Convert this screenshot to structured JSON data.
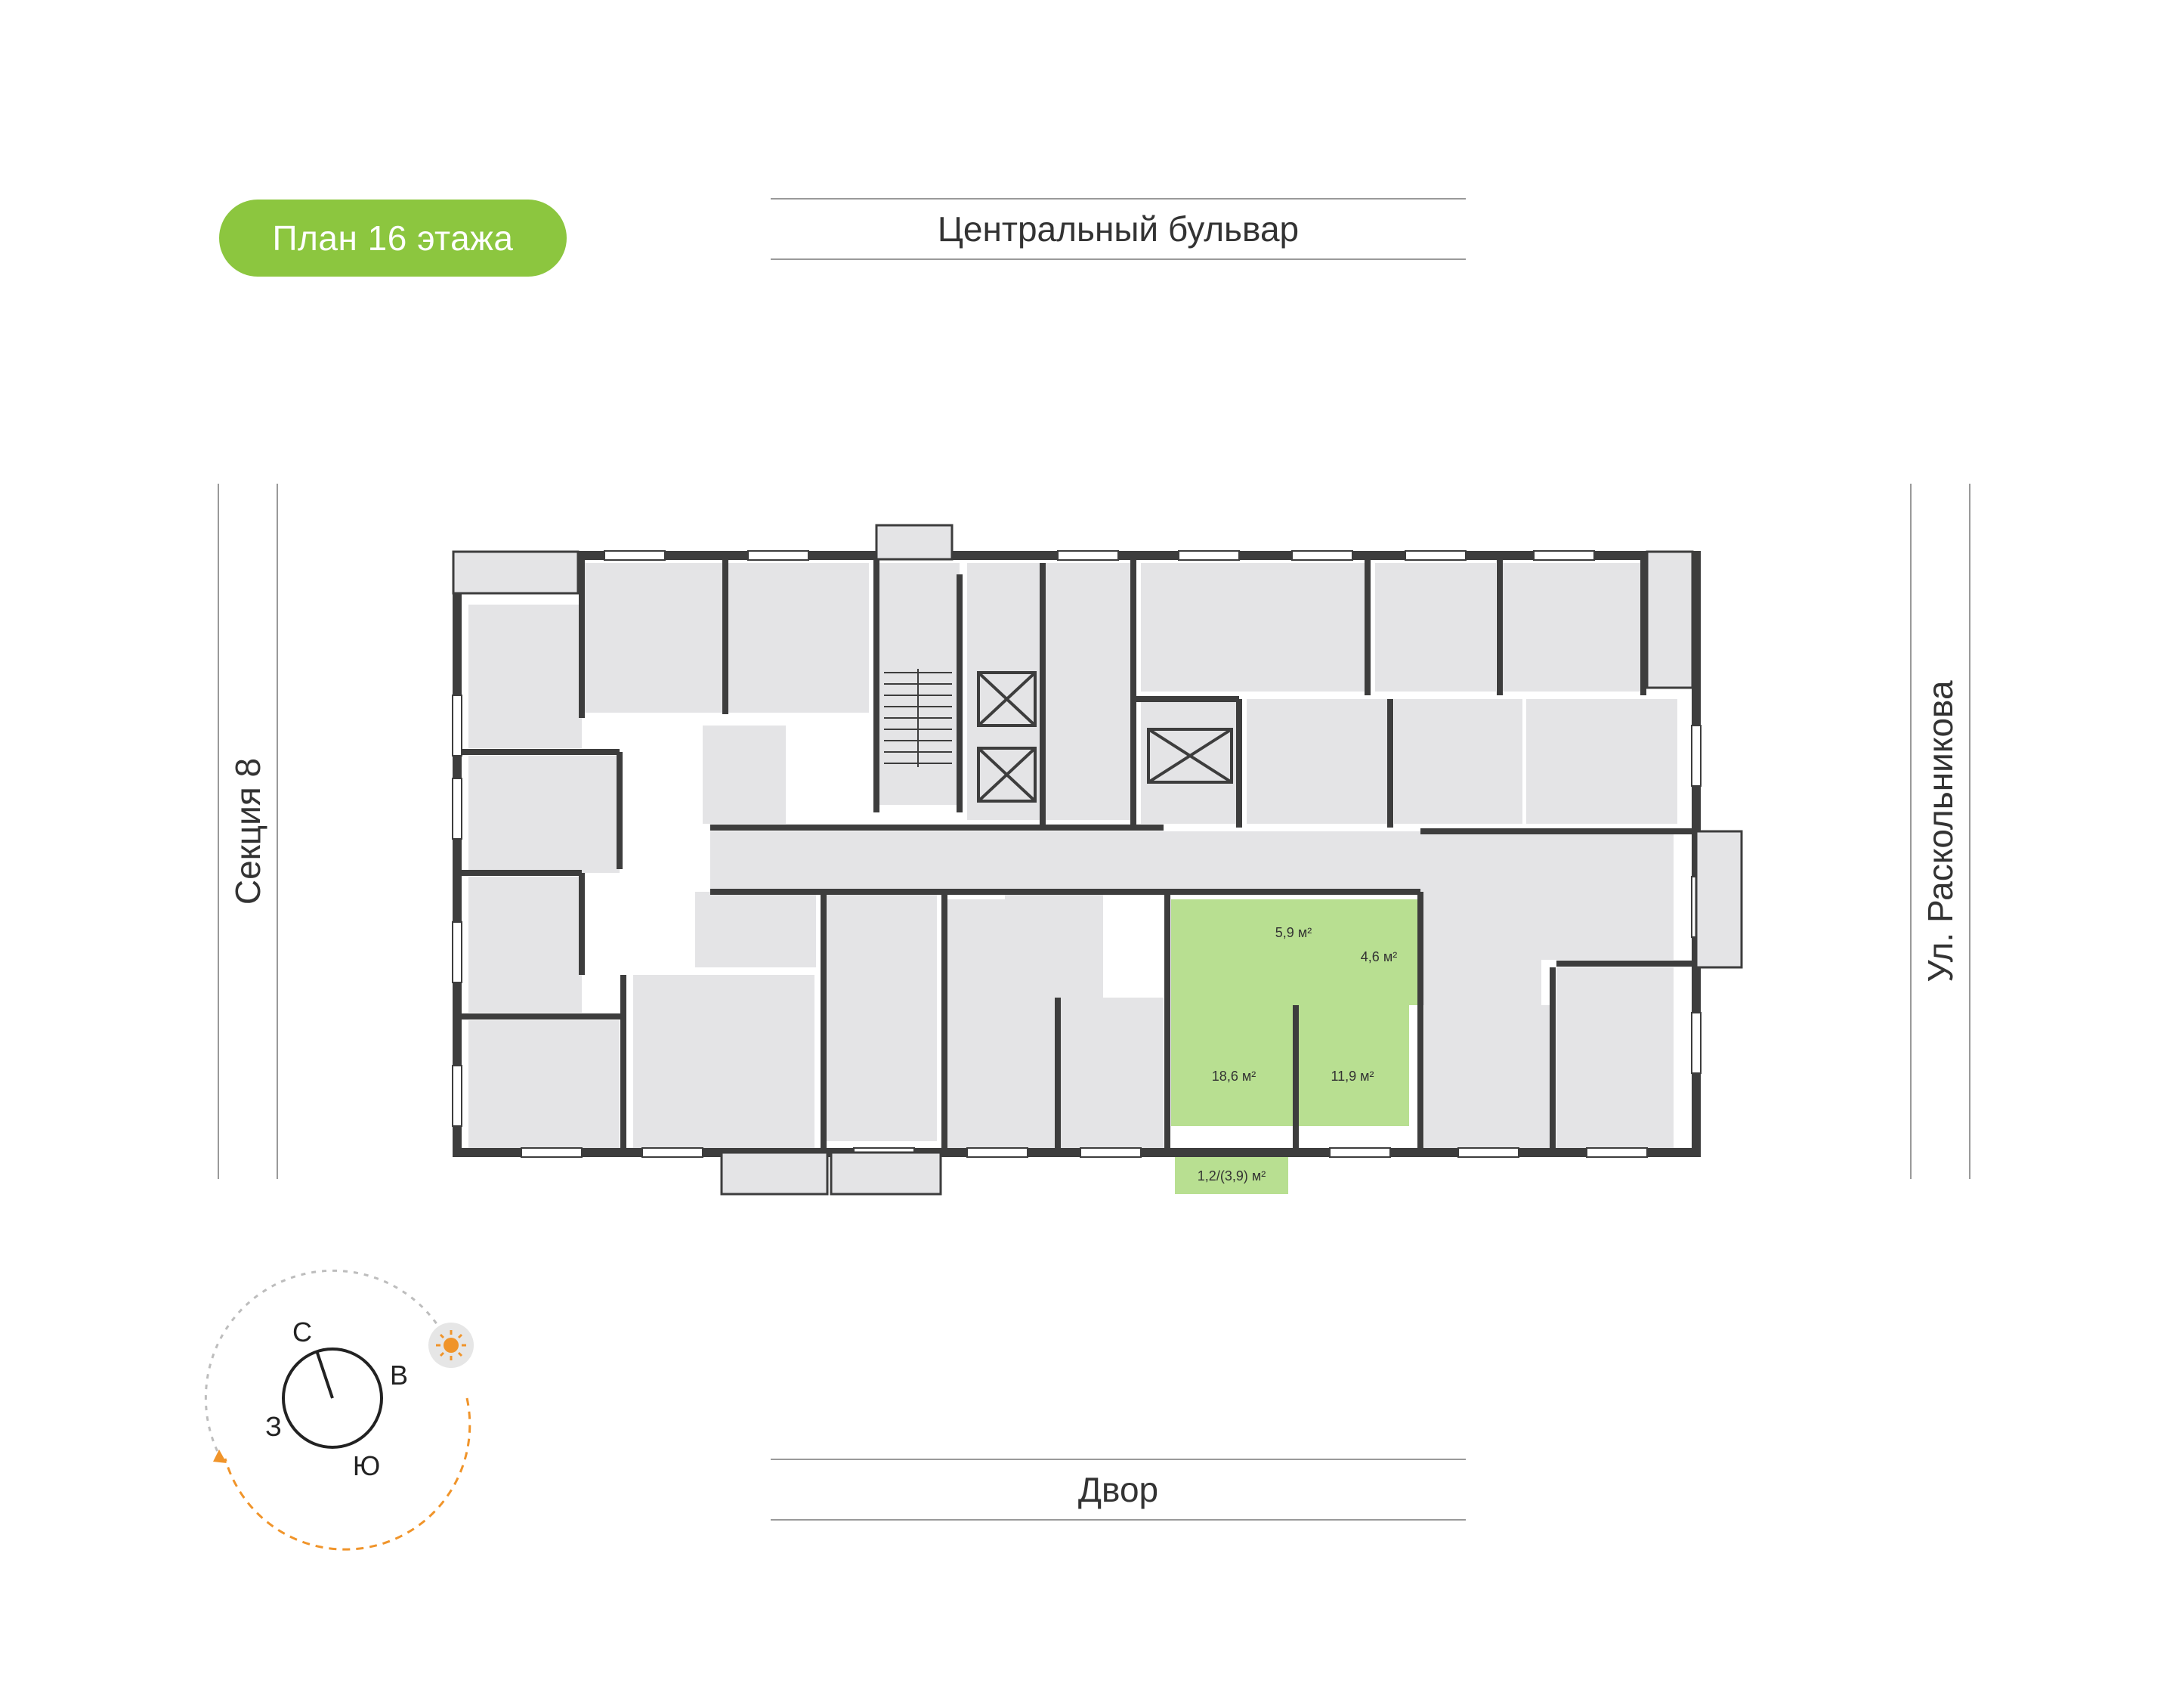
{
  "floor_badge": {
    "label": "План 16 этажа",
    "color": "#8cc63f"
  },
  "streets": {
    "top": "Центральный бульвар",
    "bottom": "Двор",
    "left": "Секция 8",
    "right": "Ул. Раскольникова"
  },
  "apartment": {
    "highlight_color": "#b8df91",
    "rooms": [
      {
        "id": "room-a",
        "area": "18,6 м²"
      },
      {
        "id": "room-b",
        "area": "11,9 м²"
      },
      {
        "id": "hall",
        "area": "5,9 м²"
      },
      {
        "id": "bath",
        "area": "4,6 м²"
      },
      {
        "id": "balcony",
        "area": "1,2/(3,9) м²"
      }
    ]
  },
  "compass": {
    "north": "С",
    "east": "В",
    "south": "Ю",
    "west": "З",
    "sun_color": "#f0942a",
    "sun_icon": "sun-icon"
  },
  "colors": {
    "wall": "#3d3d3d",
    "room_fill": "#e4e4e6",
    "accent": "#8cc63f"
  }
}
